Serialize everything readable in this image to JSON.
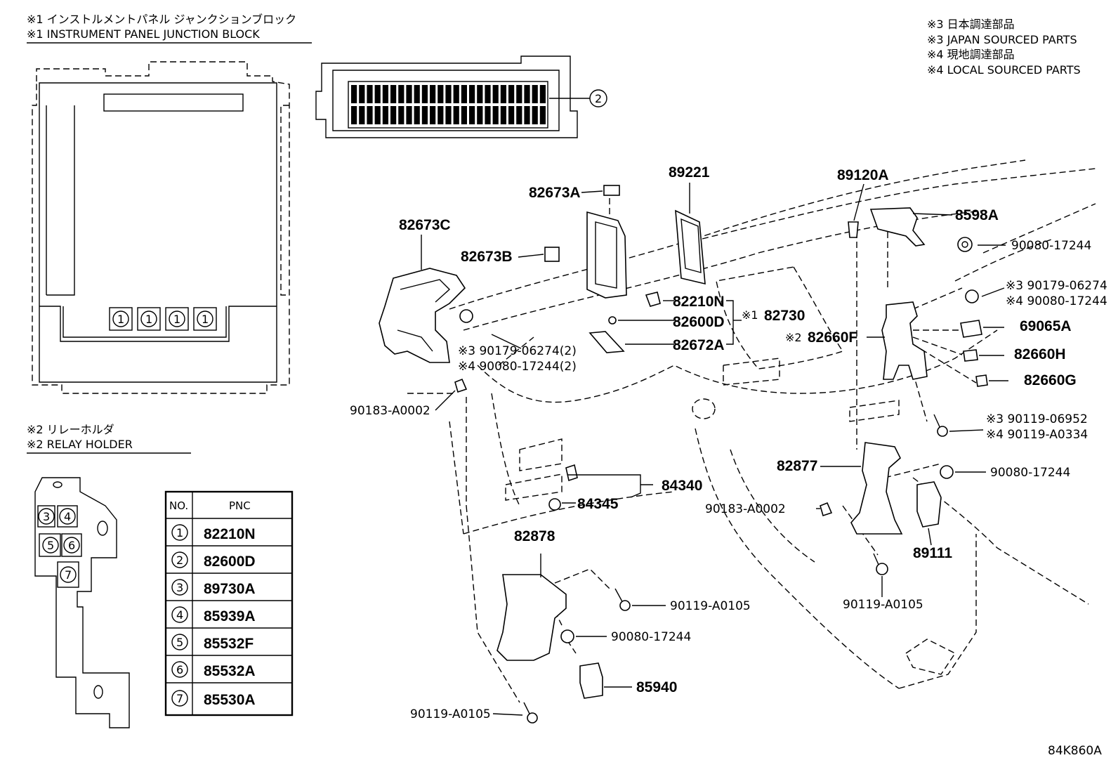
{
  "notes": {
    "n1_jp": "※1 インストルメントパネル ジャンクションブロック",
    "n1_en": "※1 INSTRUMENT PANEL JUNCTION BLOCK",
    "n2_jp": "※2 リレーホルダ",
    "n2_en": "※2 RELAY HOLDER",
    "n3_jp": "※3 日本調達部品",
    "n3_en": "※3 JAPAN SOURCED PARTS",
    "n4_jp": "※4 現地調達部品",
    "n4_en": "※4 LOCAL SOURCED PARTS"
  },
  "junction_callouts": {
    "c1": "1",
    "c2": "2"
  },
  "relay_callouts": [
    "3",
    "4",
    "5",
    "6",
    "7"
  ],
  "table": {
    "col_no": "NO.",
    "col_pnc": "PNC",
    "rows": [
      {
        "no": "1",
        "pnc": "82210N"
      },
      {
        "no": "2",
        "pnc": "82600D"
      },
      {
        "no": "3",
        "pnc": "89730A"
      },
      {
        "no": "4",
        "pnc": "85939A"
      },
      {
        "no": "5",
        "pnc": "85532F"
      },
      {
        "no": "6",
        "pnc": "85532A"
      },
      {
        "no": "7",
        "pnc": "85530A"
      }
    ]
  },
  "parts": {
    "p82673A": "82673A",
    "p89221": "89221",
    "p89120A": "89120A",
    "p8598A": "8598A",
    "p90080_top": "90080-17244",
    "p82673C": "82673C",
    "p82673B": "82673B",
    "p82210N": "82210N",
    "p82600D": "82600D",
    "p82730_mark": "※1",
    "p82730": "82730",
    "p82672A": "82672A",
    "p82660F_mark": "※2",
    "p82660F": "82660F",
    "p3_90179": "※3 90179-06274",
    "p4_90080": "※4 90080-17244",
    "p69065A": "69065A",
    "p82660H": "82660H",
    "p82660G": "82660G",
    "p3_90179_2": "※3 90179-06274(2)",
    "p4_90080_2": "※4 90080-17244(2)",
    "p90183_left": "90183-A0002",
    "p3_90119": "※3 90119-06952",
    "p4_90119": "※4 90119-A0334",
    "p84340": "84340",
    "p84345": "84345",
    "p82877": "82877",
    "p90080_right": "90080-17244",
    "p90183_mid": "90183-A0002",
    "p89111": "89111",
    "p82878": "82878",
    "p90119_mid": "90119-A0105",
    "p90080_bottom": "90080-17244",
    "p90119_right": "90119-A0105",
    "p85940": "85940",
    "p90119_bottom": "90119-A0105"
  },
  "figure_id": "84K860A"
}
